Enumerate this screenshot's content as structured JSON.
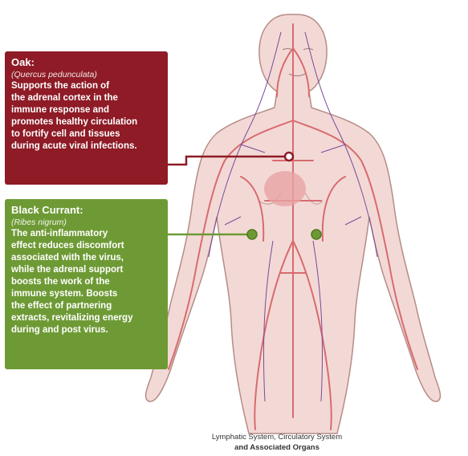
{
  "colors": {
    "oak_box": "#8e1b26",
    "currant_box": "#6e9a35",
    "skin": "#f3d9d6",
    "vessels": "#d86b6e",
    "lymph": "#7a4a9a",
    "outline": "#b58c86"
  },
  "callouts": {
    "oak": {
      "title": "Oak:",
      "scientific": "(Quercus pedunculata)",
      "lines": [
        "Supports the action of",
        "the adrenal cortex in the",
        "immune response and",
        "promotes healthy circulation",
        "to fortify cell and tissues",
        "during acute viral infections."
      ]
    },
    "currant": {
      "title": "Black Currant:",
      "scientific": "(Ribes nigrum)",
      "lines": [
        "The anti-inflammatory",
        "effect reduces discomfort",
        "associated with the virus,",
        "while the adrenal support",
        "boosts the work of the",
        "immune system. Boosts",
        "the effect of partnering",
        "extracts, revitalizing energy",
        "during and post virus."
      ]
    }
  },
  "caption": {
    "line1": "Lymphatic System, Circulatory System",
    "line2": "and Associated Organs"
  },
  "figure": {
    "icons": [
      "human-body-figure",
      "heart-marker-icon",
      "adrenal-marker-icon"
    ]
  }
}
